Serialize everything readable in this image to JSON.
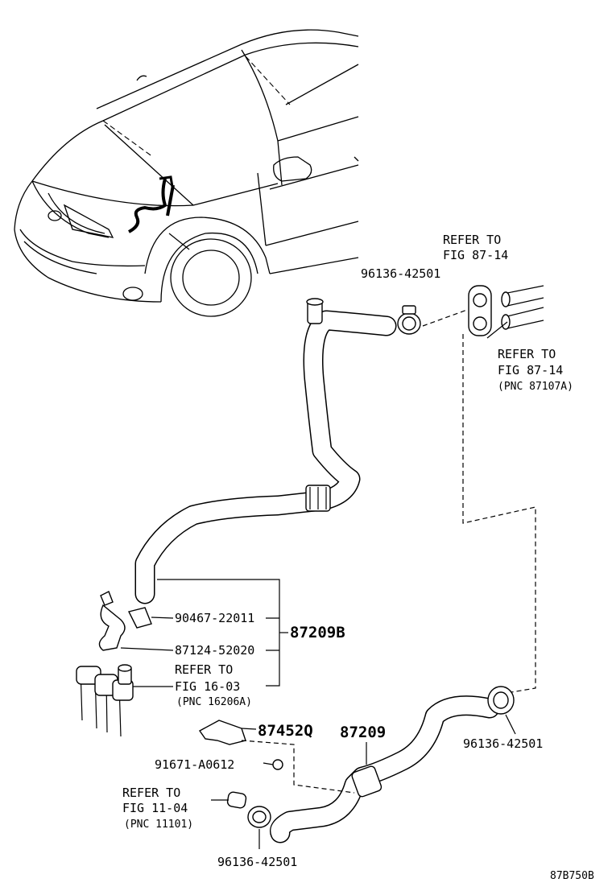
{
  "diagram": {
    "code": "87B750B",
    "labels": {
      "refer_top_1": "REFER TO",
      "refer_top_2": "FIG 87-14",
      "clamp_top": "96136-42501",
      "refer_right_1": "REFER TO",
      "refer_right_2": "FIG 87-14",
      "refer_right_3": "(PNC 87107A)",
      "clip_1": "90467-22011",
      "bracket_1": "87124-52020",
      "assembly": "87209B",
      "refer_left_1": "REFER TO",
      "refer_left_2": "FIG 16-03",
      "refer_left_3": "(PNC 16206A)",
      "clamp_right": "96136-42501",
      "bracket_2": "87452Q",
      "hose": "87209",
      "bolt": "91671-A0612",
      "refer_bottom_1": "REFER TO",
      "refer_bottom_2": "FIG 11-04",
      "refer_bottom_3": "(PNC 11101)",
      "clamp_bottom": "96136-42501"
    }
  }
}
